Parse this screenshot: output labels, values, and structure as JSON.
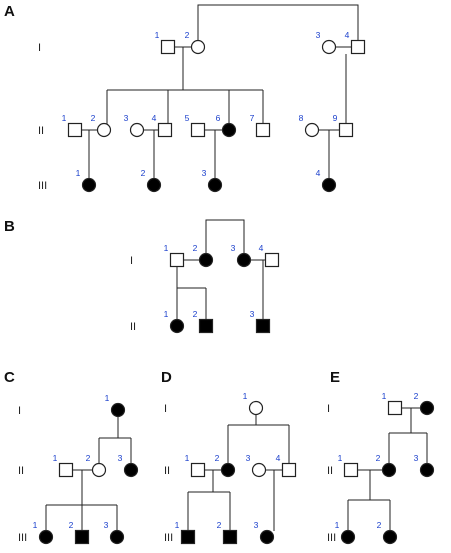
{
  "colors": {
    "affected": "#000000",
    "unaffected": "#ffffff",
    "line": "#222222",
    "id_label": "#1a3fcc"
  },
  "panels": [
    {
      "label": "A",
      "generations": [
        "I",
        "II",
        "III"
      ],
      "individuals": [
        {
          "gen": 0,
          "num": "1",
          "sex": "male",
          "affected": false
        },
        {
          "gen": 0,
          "num": "2",
          "sex": "female",
          "affected": false
        },
        {
          "gen": 0,
          "num": "3",
          "sex": "female",
          "affected": false
        },
        {
          "gen": 0,
          "num": "4",
          "sex": "male",
          "affected": false
        },
        {
          "gen": 1,
          "num": "1",
          "sex": "male",
          "affected": false
        },
        {
          "gen": 1,
          "num": "2",
          "sex": "female",
          "affected": false
        },
        {
          "gen": 1,
          "num": "3",
          "sex": "female",
          "affected": false
        },
        {
          "gen": 1,
          "num": "4",
          "sex": "male",
          "affected": false
        },
        {
          "gen": 1,
          "num": "5",
          "sex": "male",
          "affected": false
        },
        {
          "gen": 1,
          "num": "6",
          "sex": "female",
          "affected": true
        },
        {
          "gen": 1,
          "num": "7",
          "sex": "male",
          "affected": false
        },
        {
          "gen": 1,
          "num": "8",
          "sex": "female",
          "affected": false
        },
        {
          "gen": 1,
          "num": "9",
          "sex": "male",
          "affected": false
        },
        {
          "gen": 2,
          "num": "1",
          "sex": "female",
          "affected": true
        },
        {
          "gen": 2,
          "num": "2",
          "sex": "female",
          "affected": true
        },
        {
          "gen": 2,
          "num": "3",
          "sex": "female",
          "affected": true
        },
        {
          "gen": 2,
          "num": "4",
          "sex": "female",
          "affected": true
        }
      ]
    },
    {
      "label": "B",
      "generations": [
        "I",
        "II"
      ],
      "individuals": [
        {
          "gen": 0,
          "num": "1",
          "sex": "male",
          "affected": false
        },
        {
          "gen": 0,
          "num": "2",
          "sex": "female",
          "affected": true
        },
        {
          "gen": 0,
          "num": "3",
          "sex": "female",
          "affected": true
        },
        {
          "gen": 0,
          "num": "4",
          "sex": "male",
          "affected": false
        },
        {
          "gen": 1,
          "num": "1",
          "sex": "female",
          "affected": true
        },
        {
          "gen": 1,
          "num": "2",
          "sex": "male",
          "affected": true
        },
        {
          "gen": 1,
          "num": "3",
          "sex": "male",
          "affected": true
        }
      ]
    },
    {
      "label": "C",
      "generations": [
        "I",
        "II",
        "III"
      ],
      "individuals": [
        {
          "gen": 0,
          "num": "1",
          "sex": "female",
          "affected": true
        },
        {
          "gen": 1,
          "num": "1",
          "sex": "male",
          "affected": false
        },
        {
          "gen": 1,
          "num": "2",
          "sex": "female",
          "affected": false
        },
        {
          "gen": 1,
          "num": "3",
          "sex": "female",
          "affected": true
        },
        {
          "gen": 2,
          "num": "1",
          "sex": "female",
          "affected": true
        },
        {
          "gen": 2,
          "num": "2",
          "sex": "male",
          "affected": true
        },
        {
          "gen": 2,
          "num": "3",
          "sex": "female",
          "affected": true
        }
      ]
    },
    {
      "label": "D",
      "generations": [
        "I",
        "II",
        "III"
      ],
      "individuals": [
        {
          "gen": 0,
          "num": "1",
          "sex": "female",
          "affected": false
        },
        {
          "gen": 1,
          "num": "1",
          "sex": "male",
          "affected": false
        },
        {
          "gen": 1,
          "num": "2",
          "sex": "female",
          "affected": true
        },
        {
          "gen": 1,
          "num": "3",
          "sex": "female",
          "affected": false
        },
        {
          "gen": 1,
          "num": "4",
          "sex": "male",
          "affected": false
        },
        {
          "gen": 2,
          "num": "1",
          "sex": "male",
          "affected": true
        },
        {
          "gen": 2,
          "num": "2",
          "sex": "male",
          "affected": true
        },
        {
          "gen": 2,
          "num": "3",
          "sex": "female",
          "affected": true
        }
      ]
    },
    {
      "label": "E",
      "generations": [
        "I",
        "II",
        "III"
      ],
      "individuals": [
        {
          "gen": 0,
          "num": "1",
          "sex": "male",
          "affected": false
        },
        {
          "gen": 0,
          "num": "2",
          "sex": "female",
          "affected": true
        },
        {
          "gen": 1,
          "num": "1",
          "sex": "male",
          "affected": false
        },
        {
          "gen": 1,
          "num": "2",
          "sex": "female",
          "affected": true
        },
        {
          "gen": 1,
          "num": "3",
          "sex": "female",
          "affected": true
        },
        {
          "gen": 2,
          "num": "1",
          "sex": "female",
          "affected": true
        },
        {
          "gen": 2,
          "num": "2",
          "sex": "female",
          "affected": true
        }
      ]
    }
  ]
}
